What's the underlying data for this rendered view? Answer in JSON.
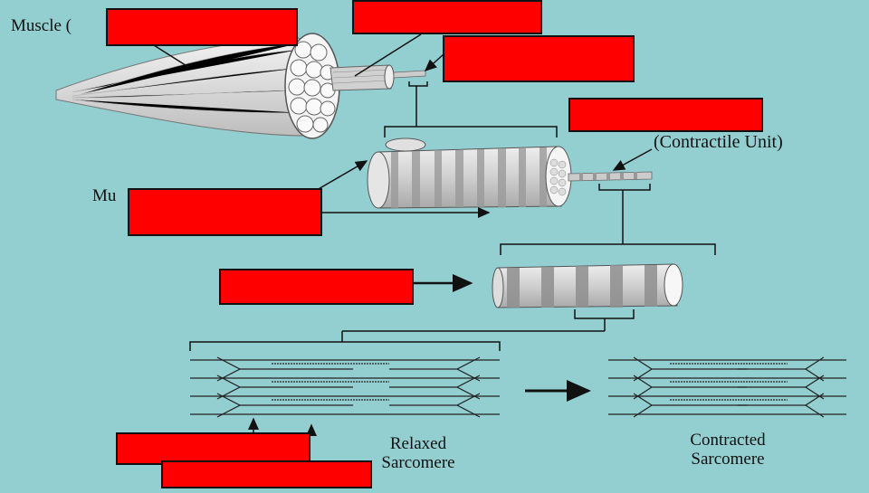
{
  "labels": {
    "muscle": "Muscle (",
    "muscle_fiber_prefix": "Mu",
    "contractile_unit": "(Contractile Unit)",
    "relaxed_line1": "Relaxed",
    "relaxed_line2": "Sarcomere",
    "contracted_line1": "Contracted",
    "contracted_line2": "Sarcomere"
  },
  "colors": {
    "background": "#93cfd1",
    "mask": "#ff0000",
    "ink": "#111111"
  }
}
